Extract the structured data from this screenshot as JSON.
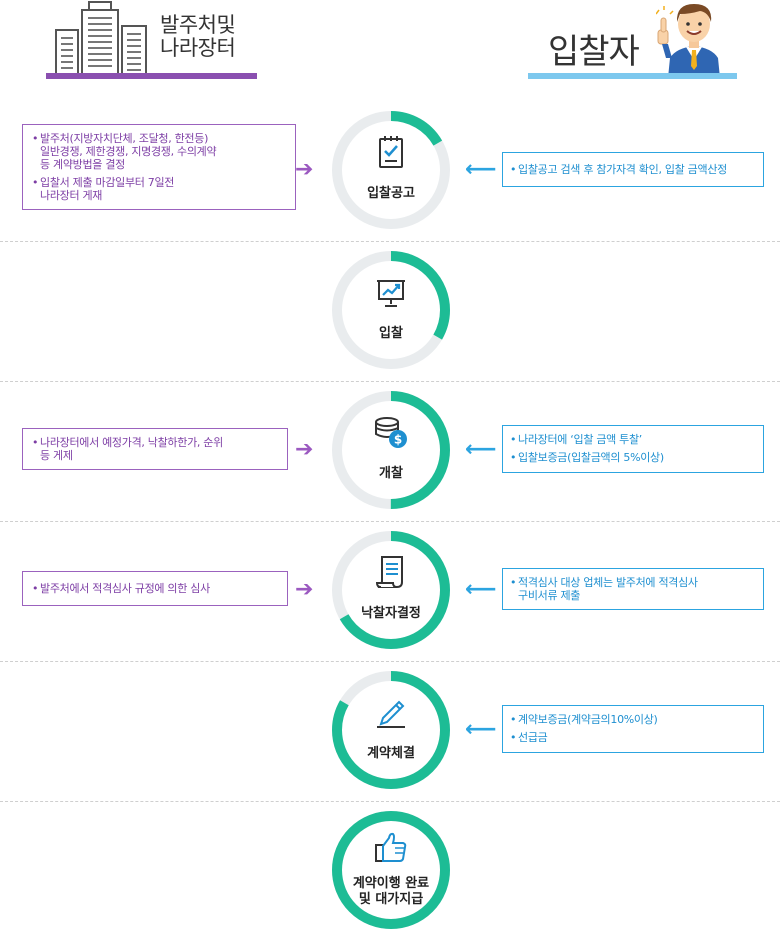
{
  "header": {
    "left_title": "발주처및\n나라장터",
    "right_title": "입찰자",
    "left_icon": "buildings-icon",
    "right_icon": "thumbs-up-man-icon",
    "left_color": "#8a4fb0",
    "right_color": "#7dc8ee"
  },
  "colors": {
    "ring_fill": "#1dbc95",
    "ring_track": "#e9ecee",
    "left_box": "#9b62be",
    "right_box": "#2ca4e0"
  },
  "steps": [
    {
      "label": "입찰공고",
      "icon": "clipboard-check-icon",
      "progress": 0.1667,
      "left_items": [
        "발주처(지방자치단체, 조달청, 한전등)\n일반경쟁, 제한경쟁, 지명경쟁, 수의계약\n등 계약방법을 결정",
        "입찰서 제출 마감일부터 7일전\n나라장터 게재"
      ],
      "right_items": [
        "입찰공고 검색 후 참가자격 확인, 입찰 금액산정"
      ]
    },
    {
      "label": "입찰",
      "icon": "presentation-board-icon",
      "progress": 0.3333,
      "left_items": [],
      "right_items": []
    },
    {
      "label": "개찰",
      "icon": "coins-dollar-icon",
      "progress": 0.5,
      "left_items": [
        "나라장터에서 예정가격, 낙찰하한가, 순위\n등 게제"
      ],
      "right_items": [
        "나라장터에 ‘입찰 금액 투찰’",
        "입찰보증금(입찰금액의 5%이상)"
      ]
    },
    {
      "label": "낙찰자결정",
      "icon": "document-scroll-icon",
      "progress": 0.6667,
      "left_items": [
        "발주처에서 적격심사 규정에 의한 심사"
      ],
      "right_items": [
        "적격심사 대상 업체는 발주처에 적격심사\n구비서류  제출"
      ]
    },
    {
      "label": "계약체결",
      "icon": "pencil-sign-icon",
      "progress": 0.8333,
      "left_items": [],
      "right_items": [
        "계약보증금(계약금의10%이상)",
        "선급금"
      ]
    },
    {
      "label": "계약이행 완료\n및 대가지급",
      "icon": "thumbs-up-icon",
      "progress": 1.0,
      "left_items": [],
      "right_items": []
    }
  ]
}
